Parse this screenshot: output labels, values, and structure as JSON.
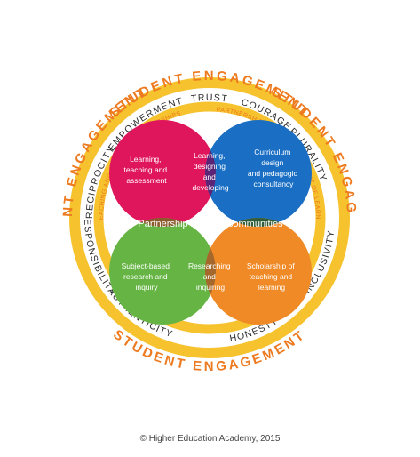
{
  "outer_ring": {
    "label": "STUDENT ENGAGEMENT",
    "color": "#f6c22e",
    "text_color": "#ee7a1f"
  },
  "values": {
    "trust": "TRUST",
    "courage": "COURAGE",
    "plurality": "PLURALITY",
    "responsibility": "RESPONSIBILITY",
    "authenticity": "AUTHENTICITY",
    "honesty": "HONESTY",
    "inclusivity": "INCLUSIVITY",
    "reciprocity": "RECIPROCITY",
    "empowerment": "EMPOWERMENT"
  },
  "partnerships": {
    "left": "LEARNING, TEACHING AND RESEARCH PARTNERSHIPS",
    "right": "PARTNERSHIP IN THE ENHANCEMENT OF LEARNING AND TEACHING"
  },
  "circles": {
    "top_left": {
      "lines": [
        "Learning,",
        "teaching and",
        "assessment"
      ],
      "color": "#e0165c"
    },
    "top_right": {
      "lines": [
        "Curriculum",
        "design",
        "and pedagogic",
        "consultancy"
      ],
      "color": "#1a6fc4"
    },
    "bottom_left": {
      "lines": [
        "Subject-based",
        "research and",
        "inquiry"
      ],
      "color": "#66b544"
    },
    "bottom_right": {
      "lines": [
        "Scholarship of",
        "teaching and",
        "learning"
      ],
      "color": "#f08a26"
    }
  },
  "overlaps": {
    "top": [
      "Learning,",
      "designing",
      "and",
      "developing"
    ],
    "bottom": [
      "Researching",
      "and",
      "inquiring"
    ]
  },
  "center_label": "Partnership learning communities",
  "copyright": "© Higher Education Academy, 2015"
}
